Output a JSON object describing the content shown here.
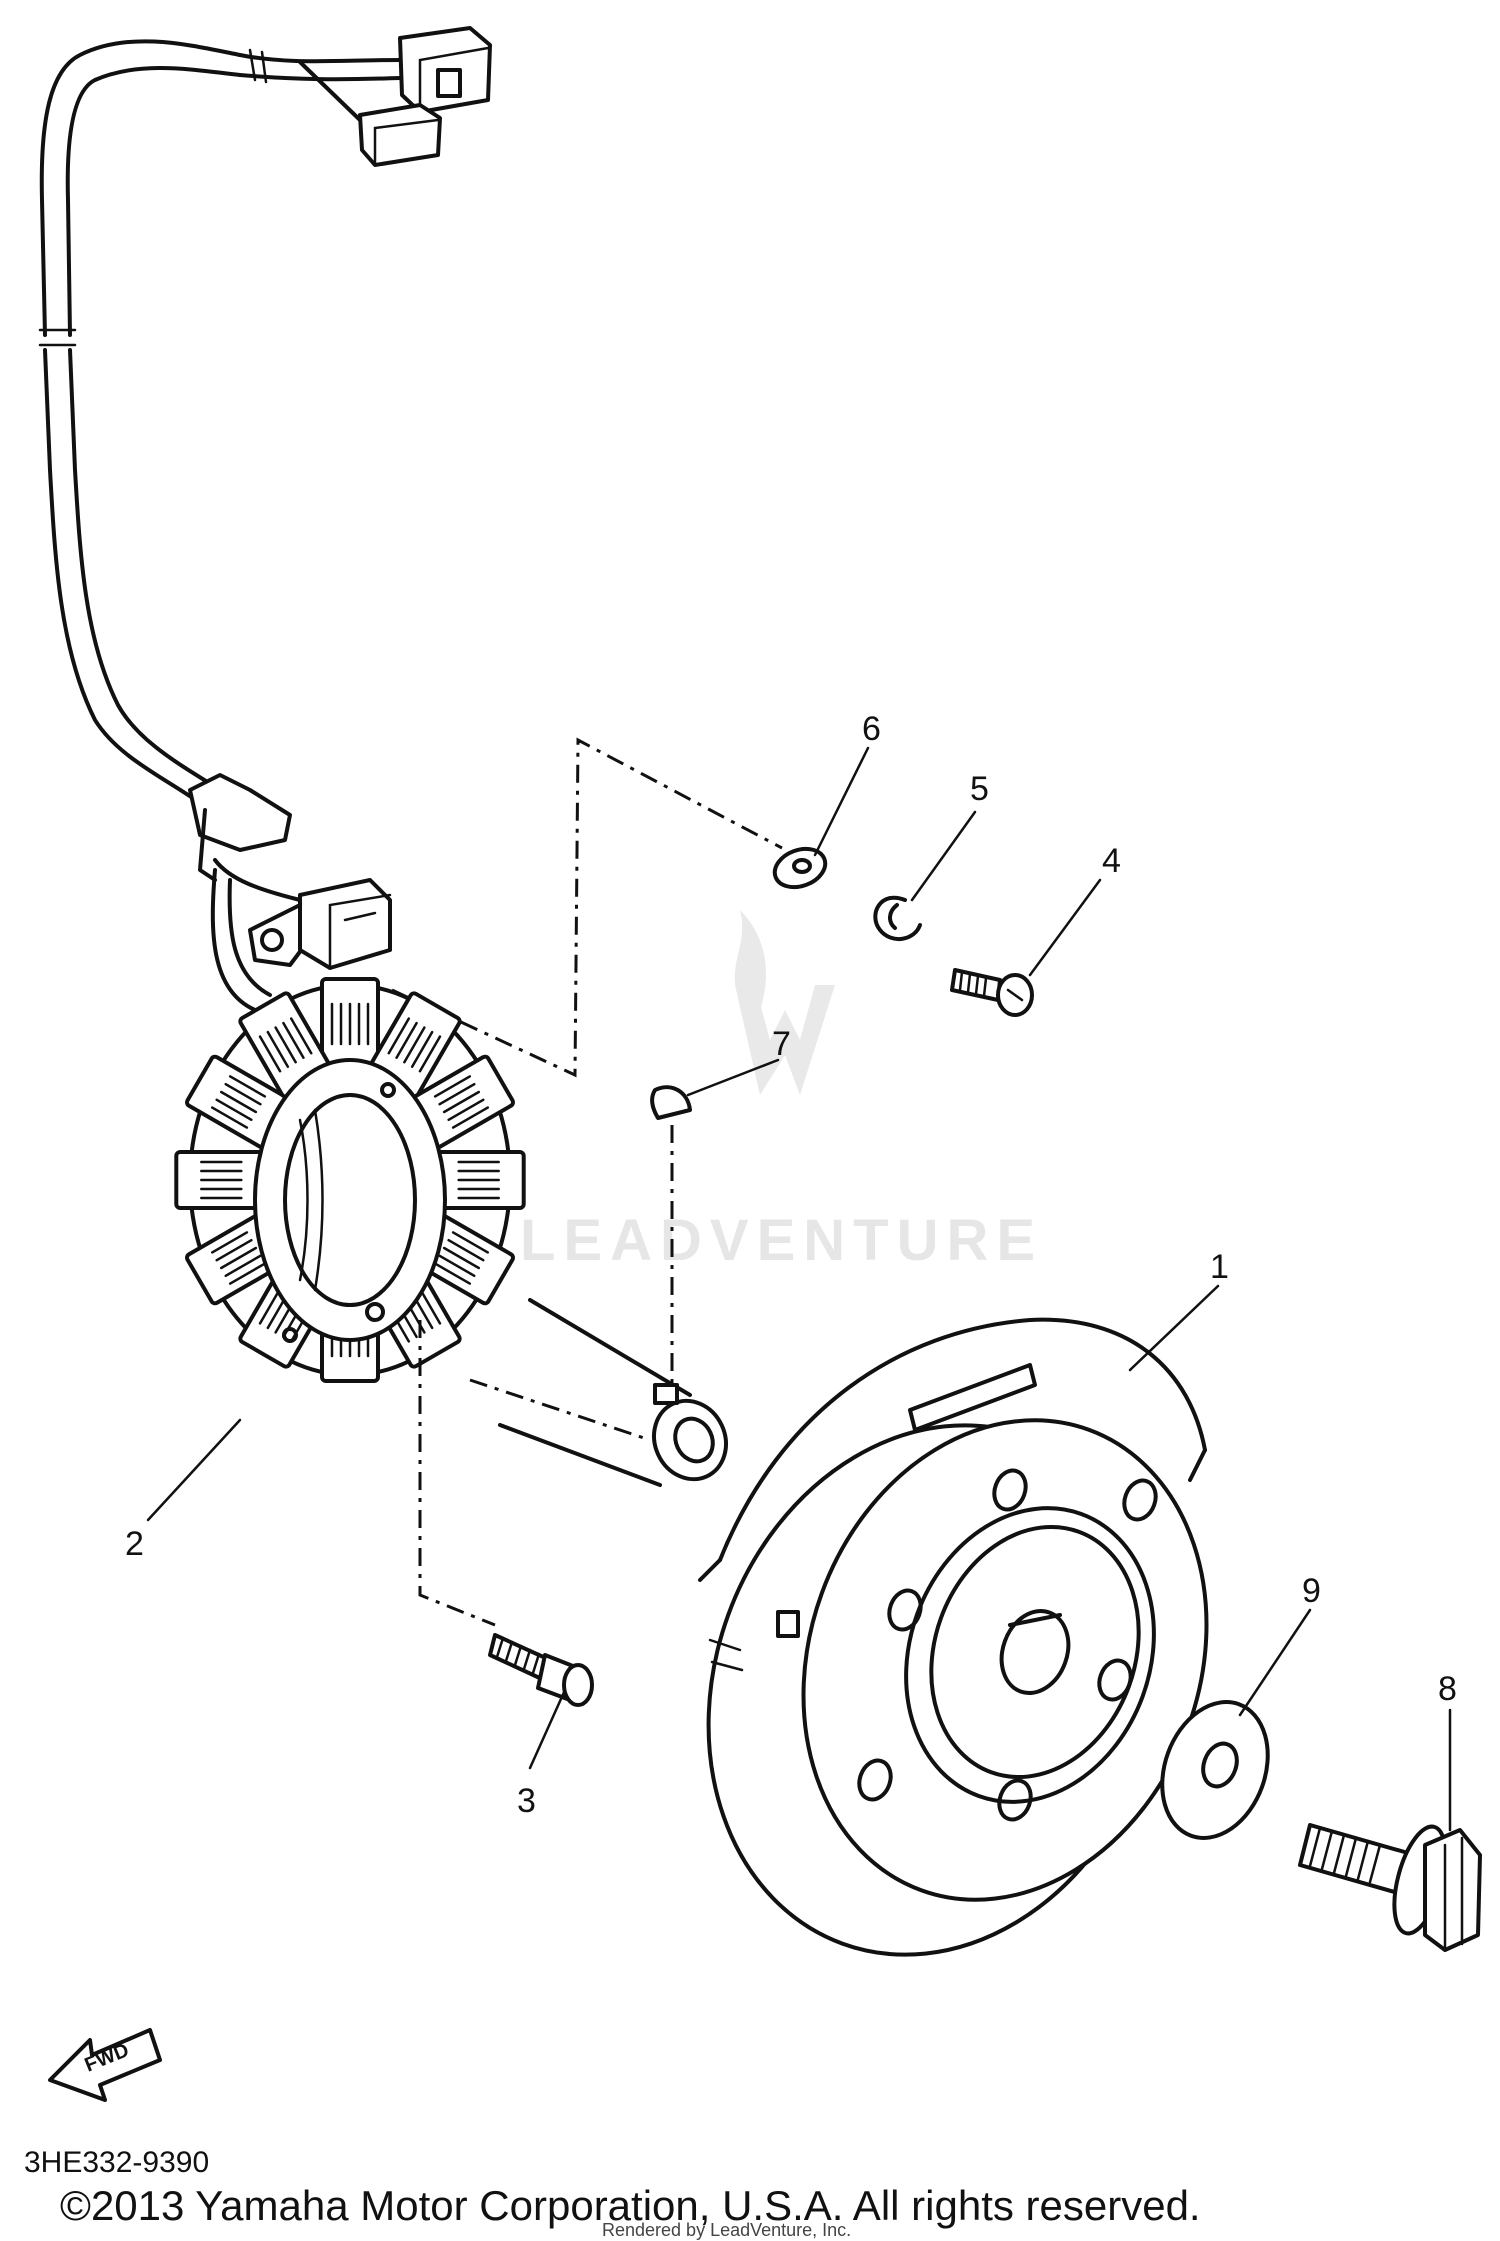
{
  "diagram": {
    "callouts": [
      {
        "id": "1",
        "label": "1"
      },
      {
        "id": "2",
        "label": "2"
      },
      {
        "id": "3",
        "label": "3"
      },
      {
        "id": "4",
        "label": "4"
      },
      {
        "id": "5",
        "label": "5"
      },
      {
        "id": "6",
        "label": "6"
      },
      {
        "id": "7",
        "label": "7"
      },
      {
        "id": "8",
        "label": "8"
      },
      {
        "id": "9",
        "label": "9"
      }
    ],
    "fwd_label": "FWD",
    "watermark": "LEADVENTURE",
    "part_code": "3HE332-9390"
  },
  "footer": {
    "copyright": "©2013 Yamaha Motor Corporation, U.S.A. All rights reserved.",
    "rendered_by": "Rendered by LeadVenture, Inc."
  }
}
